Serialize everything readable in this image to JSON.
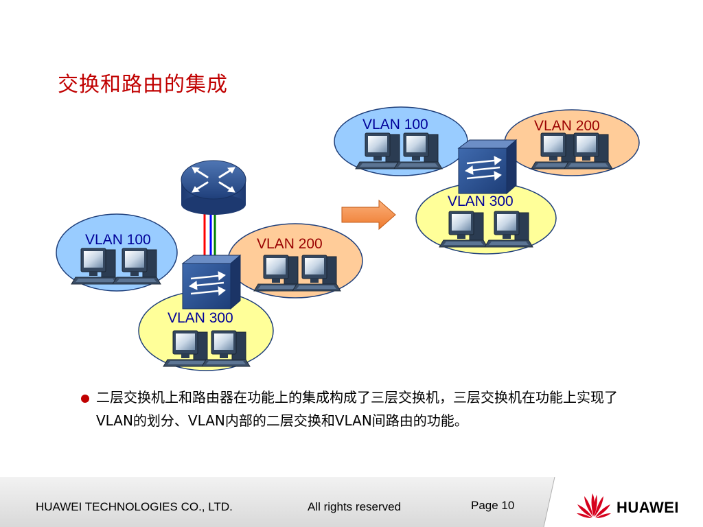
{
  "title": "交换和路由的集成",
  "colors": {
    "title": "#c00000",
    "vlan_100_fill": "#99ccff",
    "vlan_200_fill": "#ffcc99",
    "vlan_300_fill": "#ffff99",
    "label_100": "#000099",
    "label_200": "#990000",
    "label_300": "#000099",
    "arrow": "#f79646",
    "cable_red": "#ff0000",
    "cable_blue": "#0000ff",
    "cable_green": "#008000"
  },
  "diagram": {
    "left": {
      "vlan100": "VLAN 100",
      "vlan200": "VLAN 200",
      "vlan300": "VLAN 300",
      "router": "router-icon",
      "switch": "switch-icon"
    },
    "right": {
      "vlan100": "VLAN 100",
      "vlan200": "VLAN 200",
      "vlan300": "VLAN 300",
      "switch": "layer3-switch-icon"
    }
  },
  "bullet": {
    "text": "二层交换机上和路由器在功能上的集成构成了三层交换机，三层交换机在功能上实现了VLAN的划分、VLAN内部的二层交换和VLAN间路由的功能。"
  },
  "footer": {
    "company": "HUAWEI TECHNOLOGIES CO., LTD.",
    "rights": "All rights reserved",
    "page": "Page 10",
    "logo": "HUAWEI"
  }
}
